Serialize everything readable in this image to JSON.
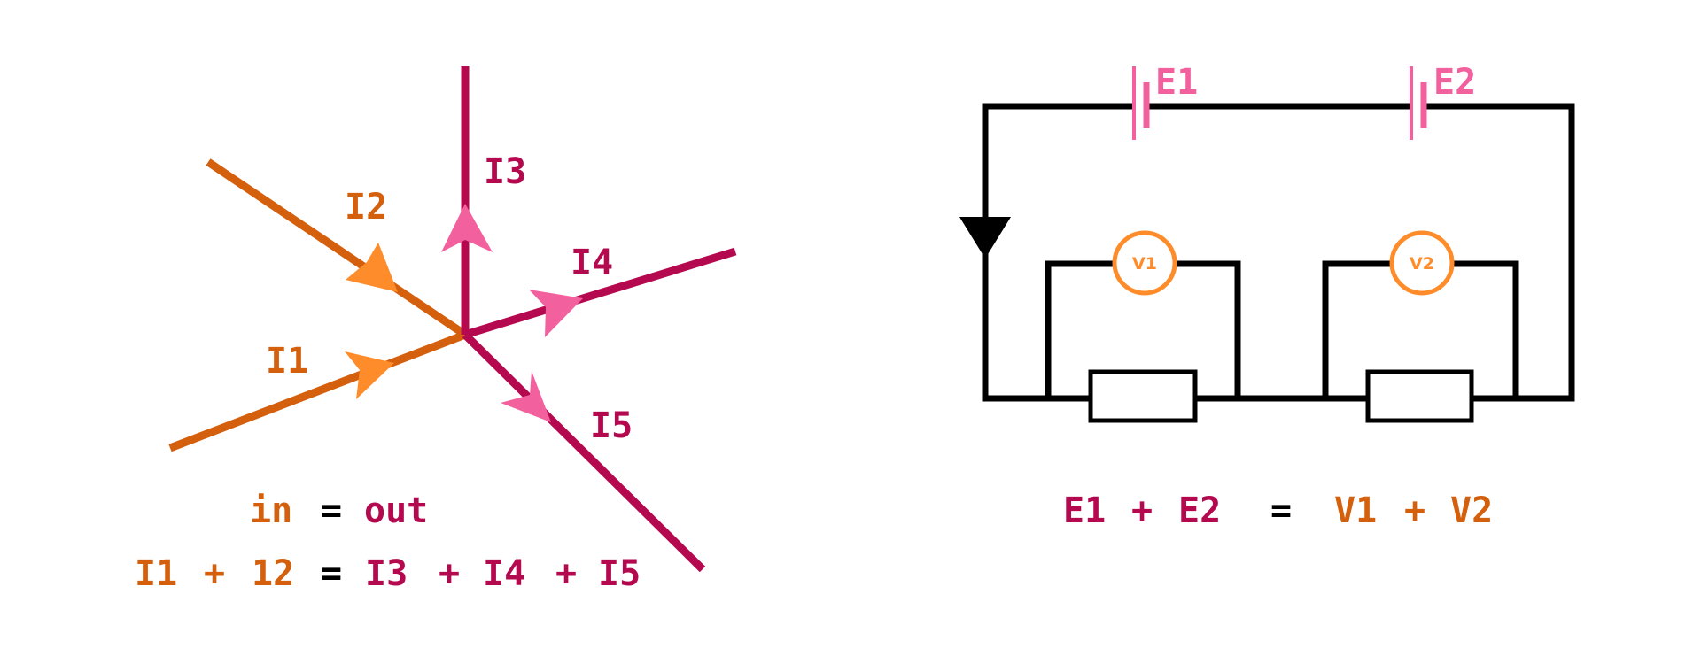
{
  "colors": {
    "orange_dark": "#d45f0c",
    "orange_light": "#ff8c2a",
    "crimson": "#b5094f",
    "pink": "#f2609e",
    "black": "#000000",
    "white": "#ffffff"
  },
  "kcl": {
    "labels": {
      "i1": "I1",
      "i2": "I2",
      "i3": "I3",
      "i4": "I4",
      "i5": "I5"
    },
    "equation_words": {
      "left": "in",
      "eq": "=",
      "right": "out"
    },
    "equation": {
      "i1": "I1",
      "plus1": "+",
      "i2": "12",
      "eq": "=",
      "i3": "I3",
      "plus2": "+",
      "i4": "I4",
      "plus3": "+",
      "i5": "I5"
    }
  },
  "kvl": {
    "sources": {
      "e1": "E1",
      "e2": "E2"
    },
    "meters": {
      "v1": "V1",
      "v2": "V2"
    },
    "equation": {
      "e1": "E1",
      "plus1": "+",
      "e2": "E2",
      "eq": "=",
      "v1": "V1",
      "plus2": "+",
      "v2": "V2"
    }
  }
}
